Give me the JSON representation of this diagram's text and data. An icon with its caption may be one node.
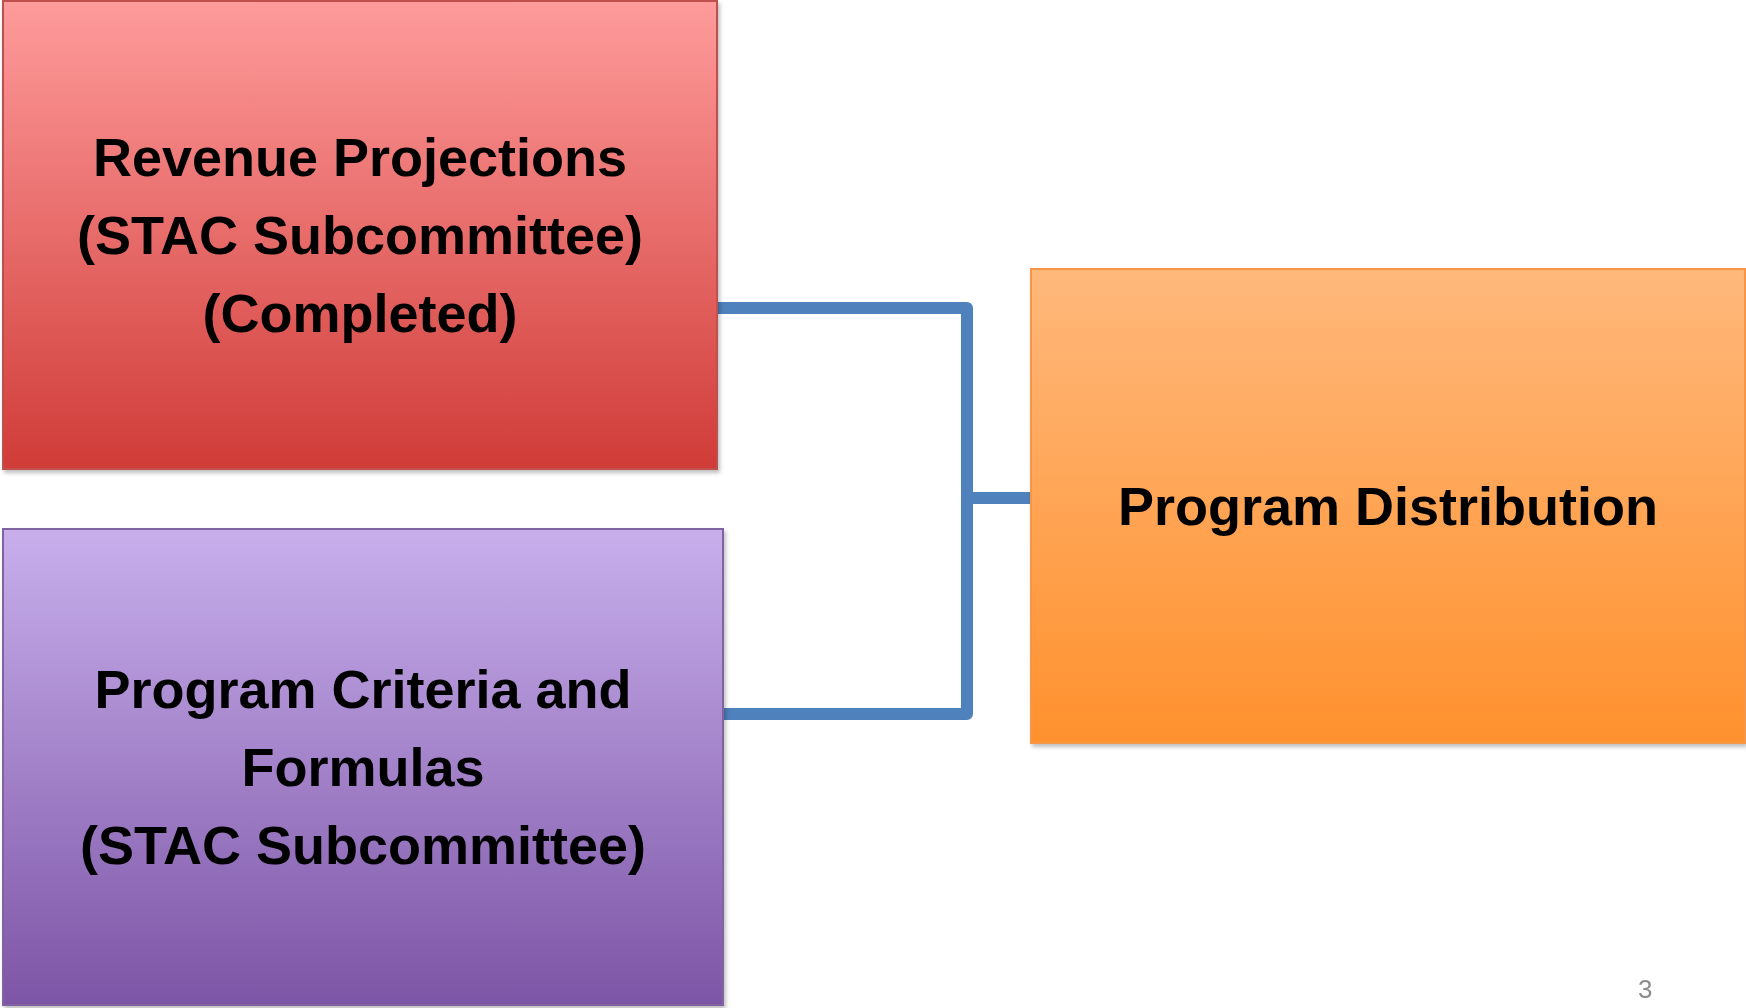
{
  "diagram": {
    "nodes": [
      {
        "text": [
          "Revenue Projections",
          "(STAC Subcommittee)",
          "(Completed)"
        ]
      },
      {
        "text": [
          "Program Criteria and Formulas",
          "(STAC Subcommittee)"
        ]
      },
      {
        "text": [
          "Program Distribution"
        ]
      }
    ],
    "edges": [
      {
        "from": 0,
        "to": 2,
        "arrow": "none"
      },
      {
        "from": 1,
        "to": 2,
        "arrow": "none"
      }
    ],
    "labels": [
      "3"
    ]
  }
}
